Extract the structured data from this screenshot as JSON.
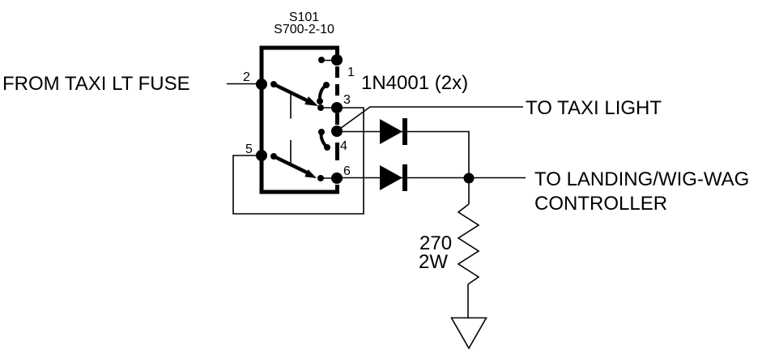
{
  "schematic": {
    "switch": {
      "refdes": "S101",
      "part": "S700-2-10",
      "terminals": {
        "t1": "1",
        "t2": "2",
        "t3": "3",
        "t4": "4",
        "t5": "5",
        "t6": "6"
      }
    },
    "labels": {
      "input": "FROM TAXI LT FUSE",
      "diode_part": "1N4001 (2x)",
      "out_taxi": "TO TAXI LIGHT",
      "out_landing_line1": "TO LANDING/WIG-WAG",
      "out_landing_line2": "CONTROLLER",
      "resistor_value": "270",
      "resistor_power": "2W"
    },
    "colors": {
      "ink": "#000000",
      "background": "#ffffff"
    }
  }
}
